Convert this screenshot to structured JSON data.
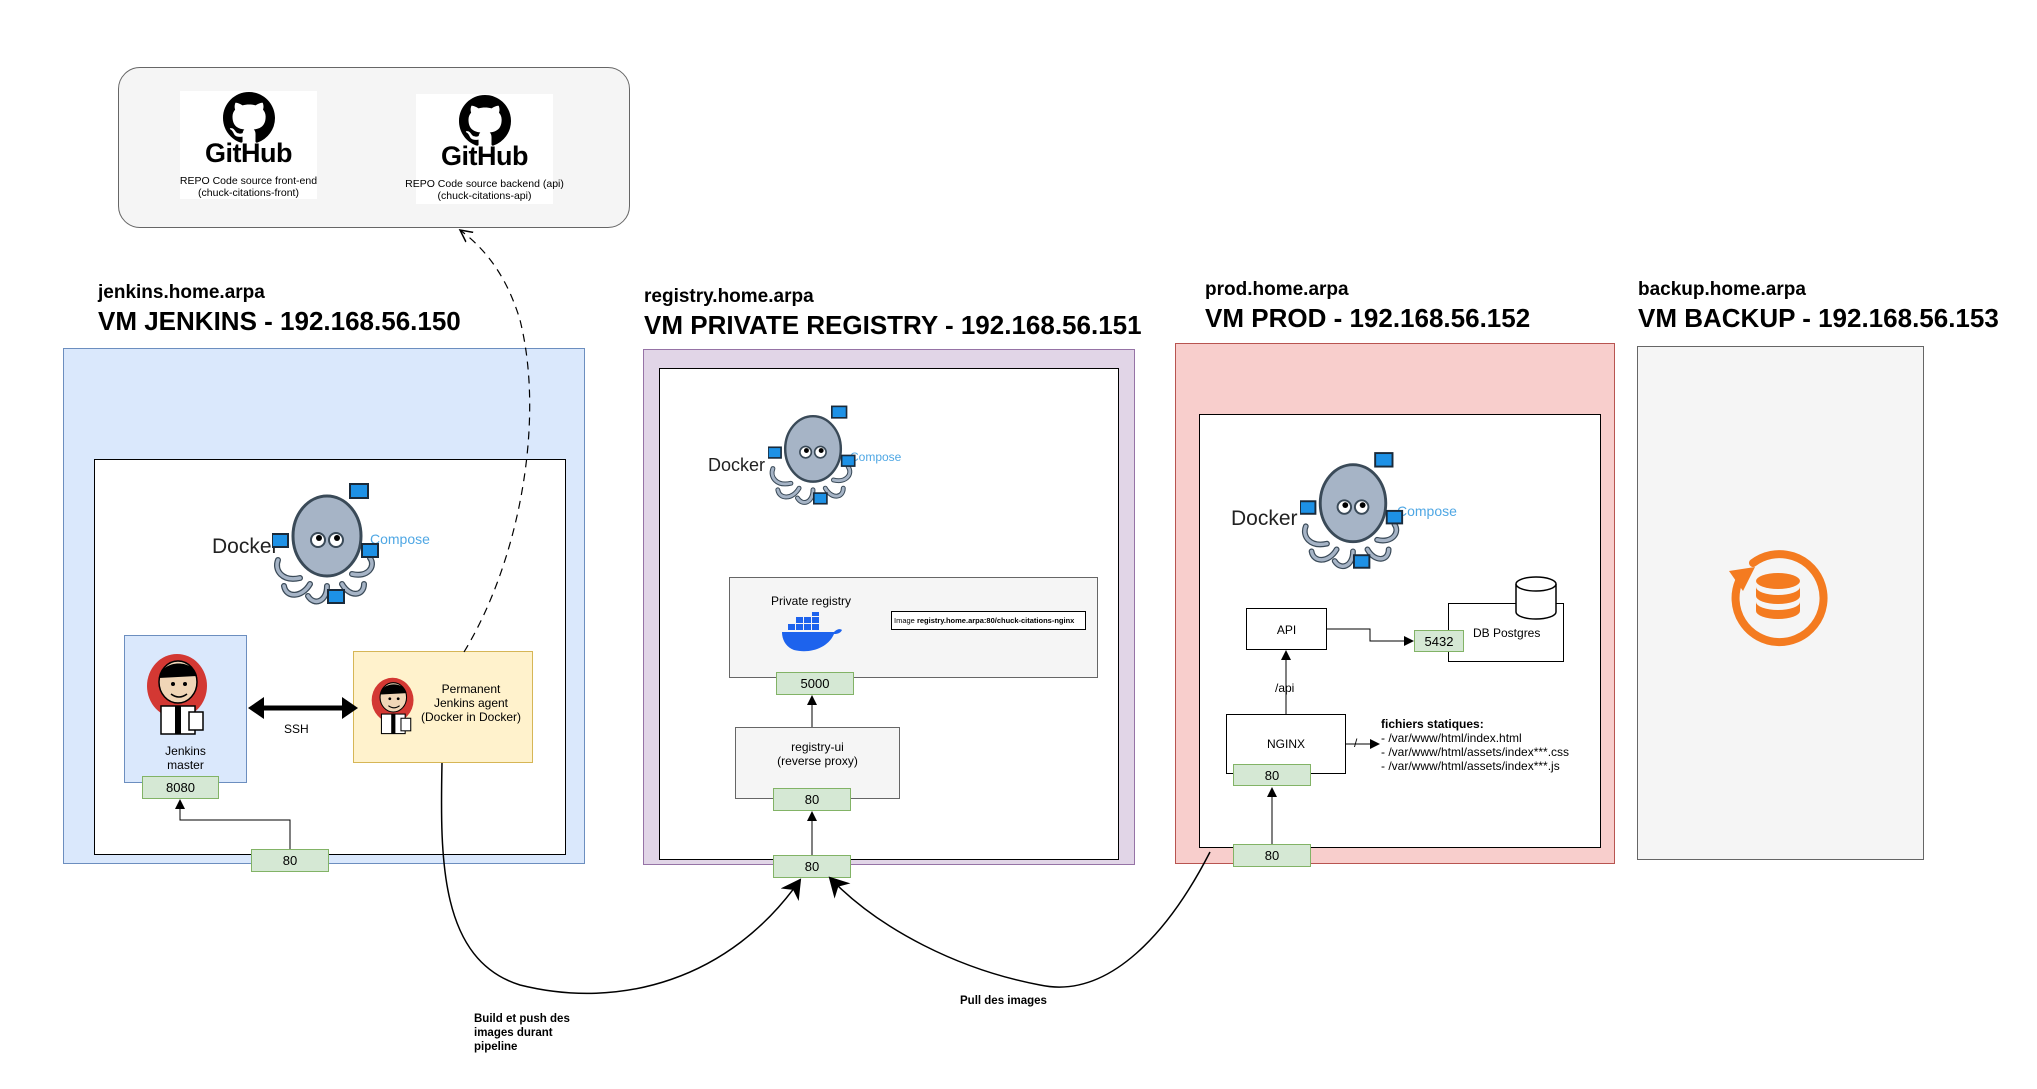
{
  "github": {
    "logo_text": "GitHub",
    "front": {
      "line1": "REPO Code source front-end",
      "line2": "(chuck-citations-front)"
    },
    "back": {
      "line1": "REPO Code source backend (api)",
      "line2": "(chuck-citations-api)"
    }
  },
  "docker_logo": {
    "docker": "Docker",
    "compose": "Compose"
  },
  "vm_jenkins": {
    "host": "jenkins.home.arpa",
    "title": "VM JENKINS - 192.168.56.150",
    "master": {
      "line1": "Jenkins",
      "line2": "master",
      "port": "8080"
    },
    "agent": {
      "line1": "Permanent",
      "line2": "Jenkins agent",
      "line3": "(Docker in Docker)"
    },
    "ssh_label": "SSH",
    "vm_port": "80"
  },
  "vm_registry": {
    "host": "registry.home.arpa",
    "title": "VM PRIVATE REGISTRY - 192.168.56.151",
    "registry": {
      "label": "Private registry",
      "port": "5000",
      "image_prefix": "Image ",
      "image_name": "registry.home.arpa:80/chuck-citations-nginx"
    },
    "registry_ui": {
      "line1": "registry-ui",
      "line2": "(reverse proxy)",
      "port": "80"
    },
    "vm_port": "80"
  },
  "vm_prod": {
    "host": "prod.home.arpa",
    "title": "VM PROD - 192.168.56.152",
    "api": "API",
    "api_path": "/api",
    "db": {
      "label": "DB Postgres",
      "port": "5432"
    },
    "nginx": {
      "label": "NGINX",
      "port": "80",
      "root_path": "/"
    },
    "static_files": {
      "title": "fichiers statiques:",
      "items": [
        "- /var/www/html/index.html",
        "- /var/www/html/assets/index***.css",
        "- /var/www/html/assets/index***.js"
      ]
    },
    "vm_port": "80"
  },
  "vm_backup": {
    "host": "backup.home.arpa",
    "title": "VM BACKUP - 192.168.56.153"
  },
  "flows": {
    "build_push": {
      "line1": "Build et push des",
      "line2": "images durant",
      "line3": "pipeline"
    },
    "pull": "Pull des images"
  },
  "colors": {
    "jenkins_bg": "#dae8fc",
    "jenkins_border": "#6c8ebf",
    "registry_bg": "#e1d5e7",
    "registry_border": "#9673a6",
    "prod_bg": "#f8cecc",
    "prod_border": "#b85450",
    "backup_bg": "#f5f5f5",
    "backup_border": "#666666",
    "port_bg": "#d5e8d4",
    "port_border": "#82b366",
    "agent_bg": "#fff2cc",
    "agent_border": "#d6b656",
    "backup_icon": "#f47b20"
  }
}
